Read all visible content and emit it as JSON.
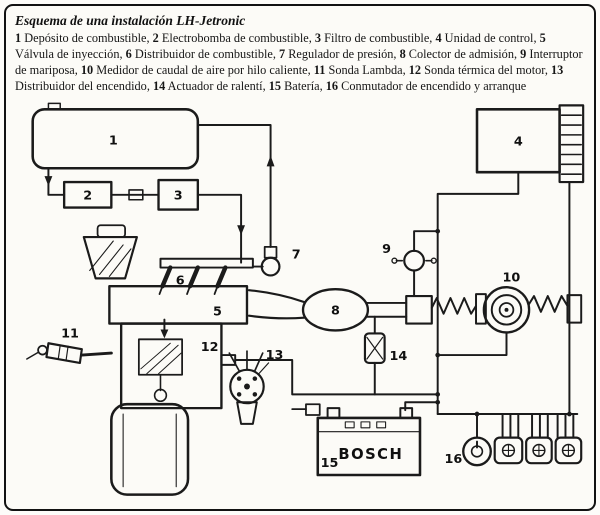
{
  "header": {
    "title": "Esquema de una instalación LH-Jetronic",
    "items": [
      {
        "num": "1",
        "label": " Depósito de combustible, "
      },
      {
        "num": "2",
        "label": " Electrobomba de combustible, "
      },
      {
        "num": "3",
        "label": " Filtro de combustible, "
      },
      {
        "num": "4",
        "label": " Unidad de control, "
      },
      {
        "num": "5",
        "label": " Válvula de inyección, "
      },
      {
        "num": "6",
        "label": " Distribuidor de combustible, "
      },
      {
        "num": "7",
        "label": " Regulador de presión, "
      },
      {
        "num": "8",
        "label": " Colector de admisión, "
      },
      {
        "num": "9",
        "label": " Interruptor de mariposa, "
      },
      {
        "num": "10",
        "label": " Medidor de caudal de aire por hilo caliente, "
      },
      {
        "num": "11",
        "label": " Sonda Lambda, "
      },
      {
        "num": "12",
        "label": " Sonda térmica del motor, "
      },
      {
        "num": "13",
        "label": " Distribuidor del encendido, "
      },
      {
        "num": "14",
        "label": " Actuador de ralentí, "
      },
      {
        "num": "15",
        "label": " Batería, "
      },
      {
        "num": "16",
        "label": " Conmutador de encendido y arranque"
      }
    ]
  },
  "diagram": {
    "numbers": [
      "1",
      "2",
      "3",
      "4",
      "5",
      "6",
      "7",
      "8",
      "9",
      "10",
      "11",
      "12",
      "13",
      "14",
      "15",
      "16"
    ],
    "battery_brand": "BOSCH"
  }
}
